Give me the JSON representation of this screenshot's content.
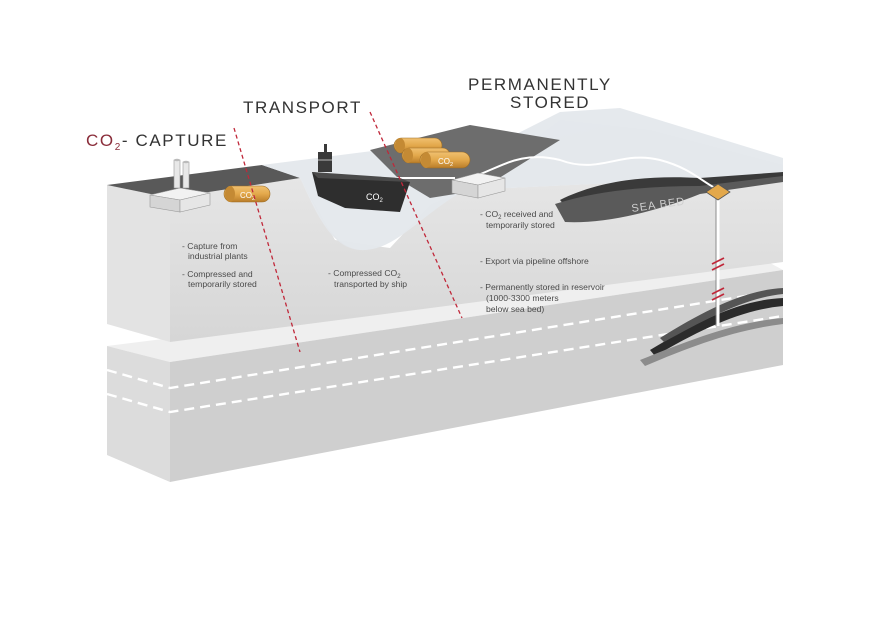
{
  "colors": {
    "title": "#333333",
    "co2_accent": "#8a2d3a",
    "divider": "#c0283a",
    "cylinder": "#e3a84b"
  },
  "stages": {
    "capture": {
      "title_prefix": "CO",
      "title_sub": "2",
      "title_rest": "- CAPTURE",
      "bullet1_line1": "- Capture from",
      "bullet1_line2": "industrial plants",
      "bullet2_line1": "- Compressed and",
      "bullet2_line2": "temporarily stored"
    },
    "transport": {
      "title": "TRANSPORT",
      "bullet1_line1_prefix": "- Compressed CO",
      "bullet1_line1_sub": "2",
      "bullet1_line2": "transported by ship"
    },
    "stored": {
      "title_line1": "PERMANENTLY",
      "title_line2": "STORED",
      "bullet1_line1_prefix": "- CO",
      "bullet1_line1_sub": "2",
      "bullet1_line1_rest": " received and",
      "bullet1_line2": "temporarily stored",
      "bullet2": "- Export via pipeline offshore",
      "bullet3_line1": "- Permanently stored in reservoir",
      "bullet3_line2": "(1000-3300 meters",
      "bullet3_line3": "below sea bed)"
    }
  },
  "labels": {
    "cylinder_main": "CO",
    "cylinder_sub": "2",
    "ship_main": "CO",
    "ship_sub": "2",
    "sea_bed": "SEA BED"
  }
}
